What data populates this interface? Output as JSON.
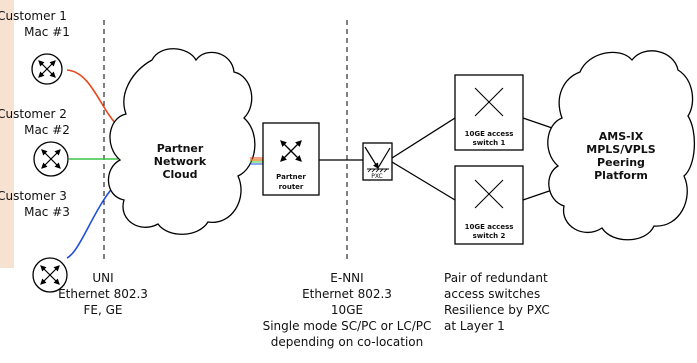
{
  "colors": {
    "left_band": "#f7e2d2",
    "red_link": "#e8461c",
    "green_link": "#39c646",
    "blue_link": "#1f4fd8",
    "orange_link": "#e58a2a",
    "line": "#000000"
  },
  "customers": [
    {
      "name": "Customer 1",
      "mac": "Mac #1"
    },
    {
      "name": "Customer 2",
      "mac": "Mac #2"
    },
    {
      "name": "Customer 3",
      "mac": "Mac #3"
    }
  ],
  "partner_cloud": {
    "line1": "Partner",
    "line2": "Network",
    "line3": "Cloud"
  },
  "partner_router": {
    "line1": "Partner",
    "line2": "router"
  },
  "pxc": {
    "label": "PXC"
  },
  "switches": [
    {
      "line1": "10GE access",
      "line2": "switch 1"
    },
    {
      "line1": "10GE access",
      "line2": "switch 2"
    }
  ],
  "amsix_cloud": {
    "line1": "AMS-IX",
    "line2": "MPLS/VPLS",
    "line3": "Peering",
    "line4": "Platform"
  },
  "uni": {
    "line1": "UNI",
    "line2": "Ethernet 802.3",
    "line3": "FE, GE"
  },
  "enni": {
    "line1": "E-NNI",
    "line2": "Ethernet 802.3",
    "line3": "10GE",
    "line4": "Single mode SC/PC or LC/PC",
    "line5": "depending on co-location"
  },
  "redundancy": {
    "line1": "Pair of redundant",
    "line2": "access switches",
    "line3": "Resilience by PXC",
    "line4": "at Layer 1"
  }
}
